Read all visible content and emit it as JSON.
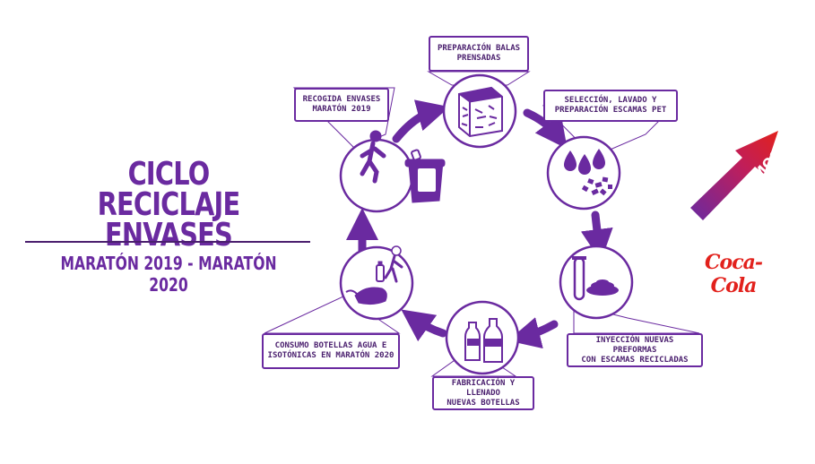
{
  "title_line1": "CICLO RECICLAJE",
  "title_line2": "ENVASES",
  "subtitle": "MARATÓN 2019 - MARATÓN 2020",
  "steps": [
    {
      "line1": "PREPARACIÓN BALAS",
      "line2": "PRENSADAS",
      "icon": "pressed-bale-icon"
    },
    {
      "line1": "SELECCIÓN, LAVADO Y",
      "line2": "PREPARACIÓN ESCAMAS PET",
      "icon": "water-drops-flakes-icon"
    },
    {
      "line1": "INYECCIÓN NUEVAS PREFORMAS",
      "line2": "CON ESCAMAS RECICLADAS",
      "icon": "test-tube-flakes-icon"
    },
    {
      "line1": "FABRICACIÓN Y LLENADO",
      "line2": "NUEVAS BOTELLAS",
      "icon": "bottles-icon"
    },
    {
      "line1": "CONSUMO BOTELLAS AGUA E",
      "line2": "ISOTÓNICAS EN MARATÓN 2020",
      "icon": "runner-hand-bottle-icon"
    },
    {
      "line1": "RECOGIDA ENVASES",
      "line2": "MARATÓN 2019",
      "icon": "runner-bin-icon"
    }
  ],
  "brand": {
    "avanzamos": "AVANZAMOS",
    "logo": "Coca-Cola"
  },
  "colors": {
    "purple": "#6a2aa0",
    "dark_purple": "#4a1f6e",
    "red": "#e2211c"
  }
}
